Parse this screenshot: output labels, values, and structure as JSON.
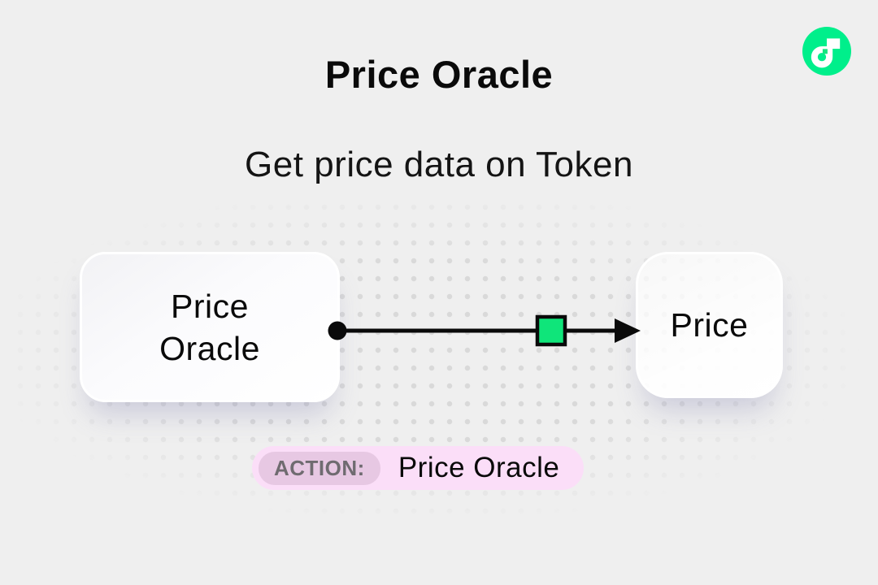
{
  "page": {
    "title": "Price Oracle",
    "subtitle": "Get price data on Token"
  },
  "brand": {
    "logo": "flow-logo",
    "logo_color": "#00EF8B"
  },
  "diagram": {
    "source_node": {
      "label": "Price Oracle"
    },
    "target_node": {
      "label": "Price"
    },
    "connector": {
      "type": "arrow",
      "direction": "left-to-right",
      "start_marker": "black-dot",
      "mid_marker": "green-square",
      "mid_marker_color": "#0FE57A",
      "line_color": "#0A0A0A"
    }
  },
  "action_badge": {
    "label": "ACTION:",
    "value": "Price Oracle",
    "badge_bg": "#FBDEF8",
    "label_bg": "#E7C8E3",
    "label_color": "#6F6B70"
  },
  "background": {
    "color": "#EFEFEF",
    "dot_color": "#D9D9D9"
  }
}
